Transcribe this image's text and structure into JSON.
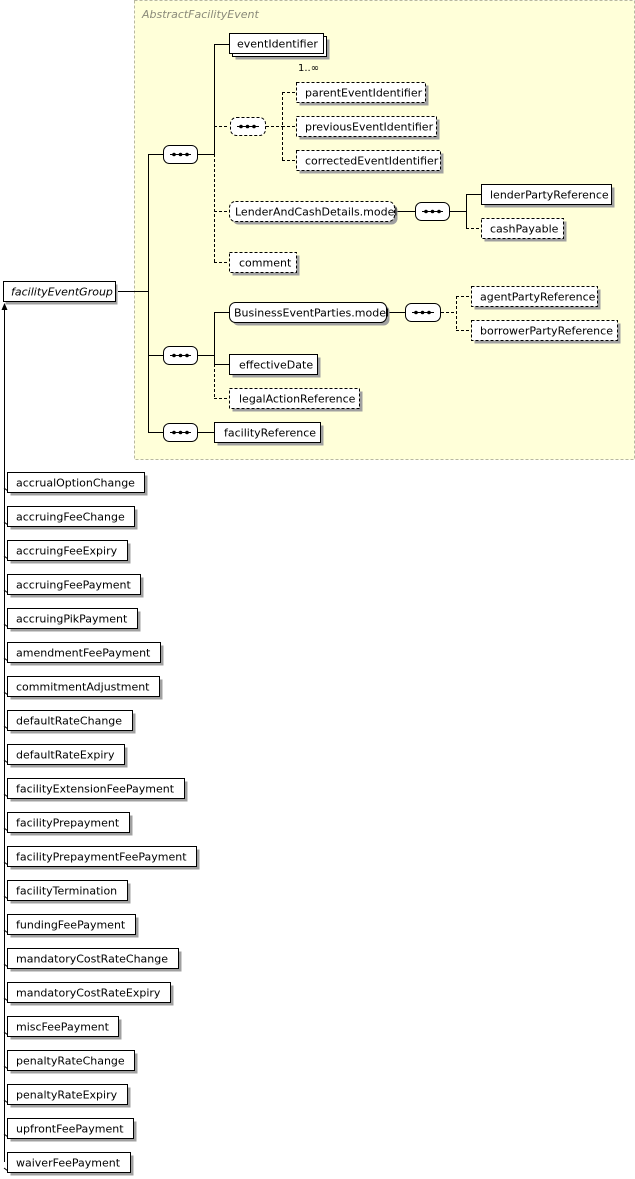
{
  "group_title": "AbstractFacilityEvent",
  "root": "facilityEventGroup",
  "elements": {
    "event_identifier": "eventIdentifier",
    "cardinality": "1..∞",
    "parent_event_identifier": "parentEventIdentifier",
    "previous_event_identifier": "previousEventIdentifier",
    "corrected_event_identifier": "correctedEventIdentifier",
    "lender_and_cash_details_model": "LenderAndCashDetails.model",
    "lender_party_reference": "lenderPartyReference",
    "cash_payable": "cashPayable",
    "comment": "comment",
    "business_event_parties_model": "BusinessEventParties.model",
    "agent_party_reference": "agentPartyReference",
    "borrower_party_reference": "borrowerPartyReference",
    "effective_date": "effectiveDate",
    "legal_action_reference": "legalActionReference",
    "facility_reference": "facilityReference"
  },
  "derived_events": [
    "accrualOptionChange",
    "accruingFeeChange",
    "accruingFeeExpiry",
    "accruingFeePayment",
    "accruingPikPayment",
    "amendmentFeePayment",
    "commitmentAdjustment",
    "defaultRateChange",
    "defaultRateExpiry",
    "facilityExtensionFeePayment",
    "facilityPrepayment",
    "facilityPrepaymentFeePayment",
    "facilityTermination",
    "fundingFeePayment",
    "mandatoryCostRateChange",
    "mandatoryCostRateExpiry",
    "miscFeePayment",
    "penaltyRateChange",
    "penaltyRateExpiry",
    "upfrontFeePayment",
    "waiverFeePayment"
  ],
  "colors": {
    "group_background": "#ffffd9",
    "group_border": "#b8b8a0",
    "box_fill": "#ffffff",
    "shadow": "#a0a0a0",
    "line": "#000000"
  }
}
